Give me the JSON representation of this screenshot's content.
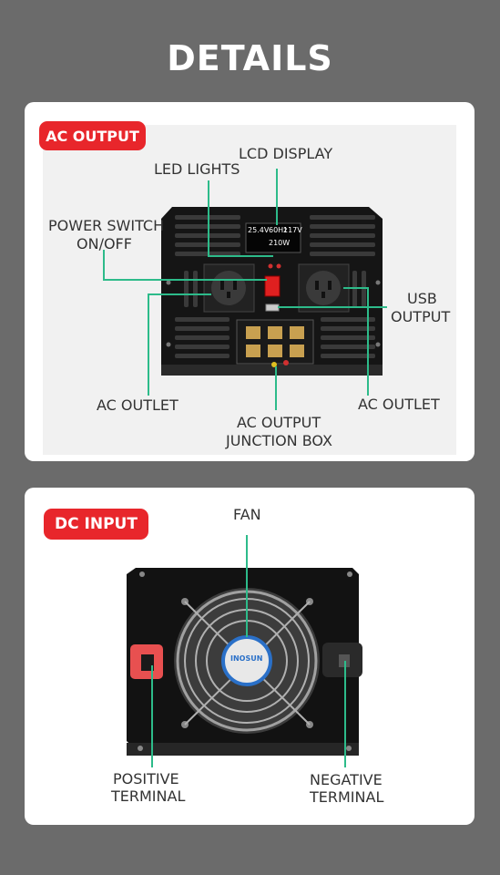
{
  "page_title": "DETAILS",
  "ac_section": {
    "badge": "AC OUTPUT",
    "labels": {
      "lcd_display": "LCD DISPLAY",
      "led_lights": "LED LIGHTS",
      "power_switch_line1": "POWER SWITCH",
      "power_switch_line2": "ON/OFF",
      "usb_line1": "USB",
      "usb_line2": "OUTPUT",
      "ac_outlet_left": "AC OUTLET",
      "ac_outlet_right": "AC OUTLET",
      "junction_line1": "AC OUTPUT",
      "junction_line2": "JUNCTION BOX"
    },
    "lcd": {
      "voltage_in": "25.4V",
      "frequency": "60Hz",
      "voltage_out": "117V",
      "load": "210W"
    }
  },
  "dc_section": {
    "badge": "DC INPUT",
    "labels": {
      "fan": "FAN",
      "positive_line1": "POSITIVE",
      "positive_line2": "TERMINAL",
      "negative_line1": "NEGATIVE",
      "negative_line2": "TERMINAL"
    },
    "fan_sticker": "INOSUN"
  },
  "colors": {
    "background": "#6b6b6b",
    "accent": "#e8262b",
    "leader_line": "#2dbb8a"
  }
}
